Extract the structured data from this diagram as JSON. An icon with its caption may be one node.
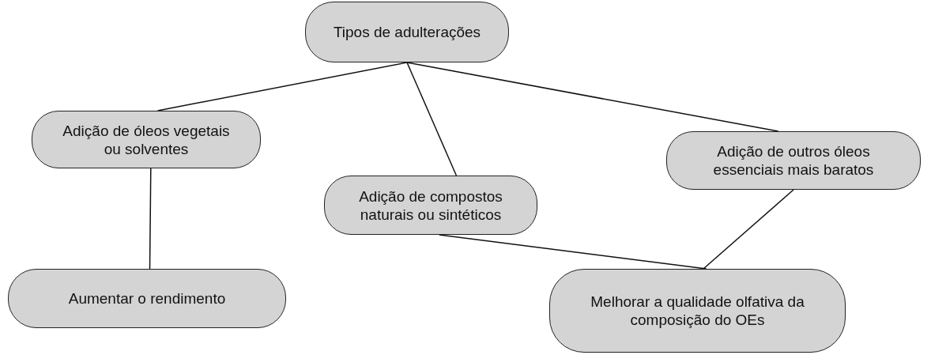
{
  "diagram": {
    "nodes": [
      {
        "text": [
          "Tipos de adulterações"
        ]
      },
      {
        "text": [
          "Adição de óleos vegetais ou solventes"
        ]
      },
      {
        "text": [
          "Adição de compostos naturais ou sintéticos"
        ]
      },
      {
        "text": [
          "Adição de outros óleos essenciais mais baratos"
        ]
      },
      {
        "text": [
          "Aumentar o rendimento"
        ]
      },
      {
        "text": [
          "Melhorar a qualidade olfativa da composição do OEs"
        ]
      }
    ],
    "edges": [
      {
        "from": 0,
        "to": 1,
        "arrow": "none"
      },
      {
        "from": 0,
        "to": 2,
        "arrow": "none"
      },
      {
        "from": 0,
        "to": 3,
        "arrow": "none"
      },
      {
        "from": 1,
        "to": 4,
        "arrow": "none"
      },
      {
        "from": 2,
        "to": 5,
        "arrow": "none"
      },
      {
        "from": 3,
        "to": 5,
        "arrow": "none"
      }
    ]
  }
}
